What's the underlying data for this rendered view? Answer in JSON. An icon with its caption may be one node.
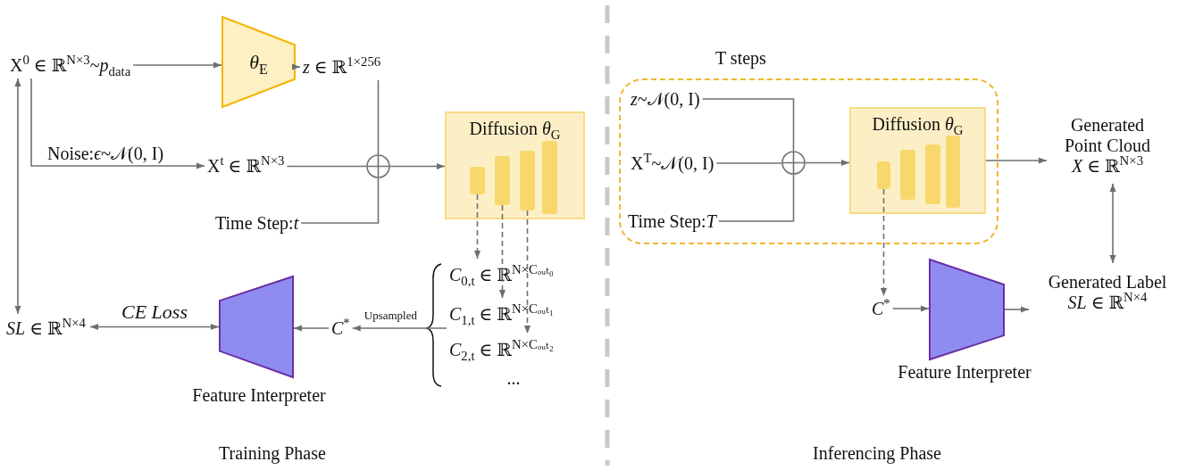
{
  "diagram": {
    "nodes": [
      {
        "text": [
          "X$^{0}$ ∈ ℝ$^{N×3}$~*p*$_{data}$"
        ]
      },
      {
        "text": [
          "*θ*$_{E}$"
        ]
      },
      {
        "text": [
          "*z* ∈ ℝ$^{1×256}$"
        ]
      },
      {
        "text": [
          "X$^{t}$ ∈ ℝ$^{N×3}$"
        ]
      },
      {
        "text": [
          "Time Step:*t*"
        ]
      },
      {
        "text": [],
        "shape": "circle"
      },
      {
        "text": [
          "Diffusion *θ*$_{G}$"
        ]
      },
      {
        "text": [],
        "shape": "bar",
        "in": 6
      },
      {
        "text": [],
        "shape": "bar",
        "in": 6
      },
      {
        "text": [],
        "shape": "bar",
        "in": 6
      },
      {
        "text": [],
        "shape": "bar",
        "in": 6
      },
      {
        "text": [
          "*C*$_{0,t}$ ∈ ℝ$^{N×Cₒᵤₜ₀}$"
        ]
      },
      {
        "text": [
          "*C*$_{1,t}$ ∈ ℝ$^{N×Cₒᵤₜ₁}$"
        ]
      },
      {
        "text": [
          "*C*$_{2,t}$ ∈ ℝ$^{N×Cₒᵤₜ₂}$"
        ]
      },
      {
        "text": [
          "*C*$^{*}$"
        ]
      },
      {
        "text": [],
        "shape": "trapezoid",
        "beside": [
          "Feature Interpreter"
        ]
      },
      {
        "text": [
          "*SL* ∈ ℝ$^{N×4}$"
        ]
      },
      {
        "text": [
          "T steps"
        ]
      },
      {
        "text": [
          "*z*~𝒩(0, I)"
        ],
        "in": 17
      },
      {
        "text": [
          "X$^{T}$~𝒩(0, I)"
        ],
        "in": 17
      },
      {
        "text": [
          "Time Step:*T*"
        ],
        "in": 17
      },
      {
        "text": [],
        "shape": "circle",
        "in": 17
      },
      {
        "text": [
          "Diffusion *θ*$_{G}$"
        ],
        "in": 17
      },
      {
        "text": [],
        "shape": "bar",
        "in": 22
      },
      {
        "text": [],
        "shape": "bar",
        "in": 22
      },
      {
        "text": [],
        "shape": "bar",
        "in": 22
      },
      {
        "text": [],
        "shape": "bar",
        "in": 22
      },
      {
        "text": [
          "Generated Point Cloud",
          "*X* ∈ ℝ$^{N×3}$"
        ]
      },
      {
        "text": [
          "Generated Label",
          "*SL* ∈ ℝ$^{N×4}$"
        ]
      },
      {
        "text": [
          "*C*$^{*}$"
        ]
      },
      {
        "text": [],
        "shape": "trapezoid",
        "beside": [
          "Feature Interpreter"
        ]
      }
    ],
    "edges": [
      {
        "from": 0,
        "to": 1,
        "arrow": "to"
      },
      {
        "from": 1,
        "to": 2,
        "arrow": "to"
      },
      {
        "from": 0,
        "to": 3,
        "arrow": "to",
        "label": "Noise:*ϵ*~𝒩(0, I)"
      },
      {
        "from": 2,
        "to": 5,
        "arrow": "none"
      },
      {
        "from": 3,
        "to": 5,
        "arrow": "none"
      },
      {
        "from": 4,
        "to": 5,
        "arrow": "none"
      },
      {
        "from": 5,
        "to": 6,
        "arrow": "to"
      },
      {
        "from": 7,
        "to": 11,
        "arrow": "to",
        "style": "dashed"
      },
      {
        "from": 8,
        "to": 12,
        "arrow": "to",
        "style": "dashed"
      },
      {
        "from": 9,
        "to": 13,
        "arrow": "to",
        "style": "dashed"
      },
      {
        "from": 12,
        "to": 14,
        "arrow": "to",
        "label": "Upsampled"
      },
      {
        "from": 14,
        "to": 15,
        "arrow": "to"
      },
      {
        "from": 15,
        "to": 16,
        "arrow": "both",
        "label": "CE Loss"
      },
      {
        "from": 0,
        "to": 16,
        "arrow": "both"
      },
      {
        "from": 18,
        "to": 21,
        "arrow": "none"
      },
      {
        "from": 19,
        "to": 21,
        "arrow": "none"
      },
      {
        "from": 20,
        "to": 21,
        "arrow": "none"
      },
      {
        "from": 21,
        "to": 22,
        "arrow": "to"
      },
      {
        "from": 22,
        "to": 27,
        "arrow": "to"
      },
      {
        "from": 23,
        "to": 29,
        "arrow": "to",
        "style": "dashed"
      },
      {
        "from": 29,
        "to": 30,
        "arrow": "to"
      },
      {
        "from": 30,
        "to": 28,
        "arrow": "to"
      },
      {
        "from": 27,
        "to": 28,
        "arrow": "both"
      }
    ],
    "labels": [
      "...",
      "Training Phase",
      "Inferencing Phase"
    ]
  }
}
